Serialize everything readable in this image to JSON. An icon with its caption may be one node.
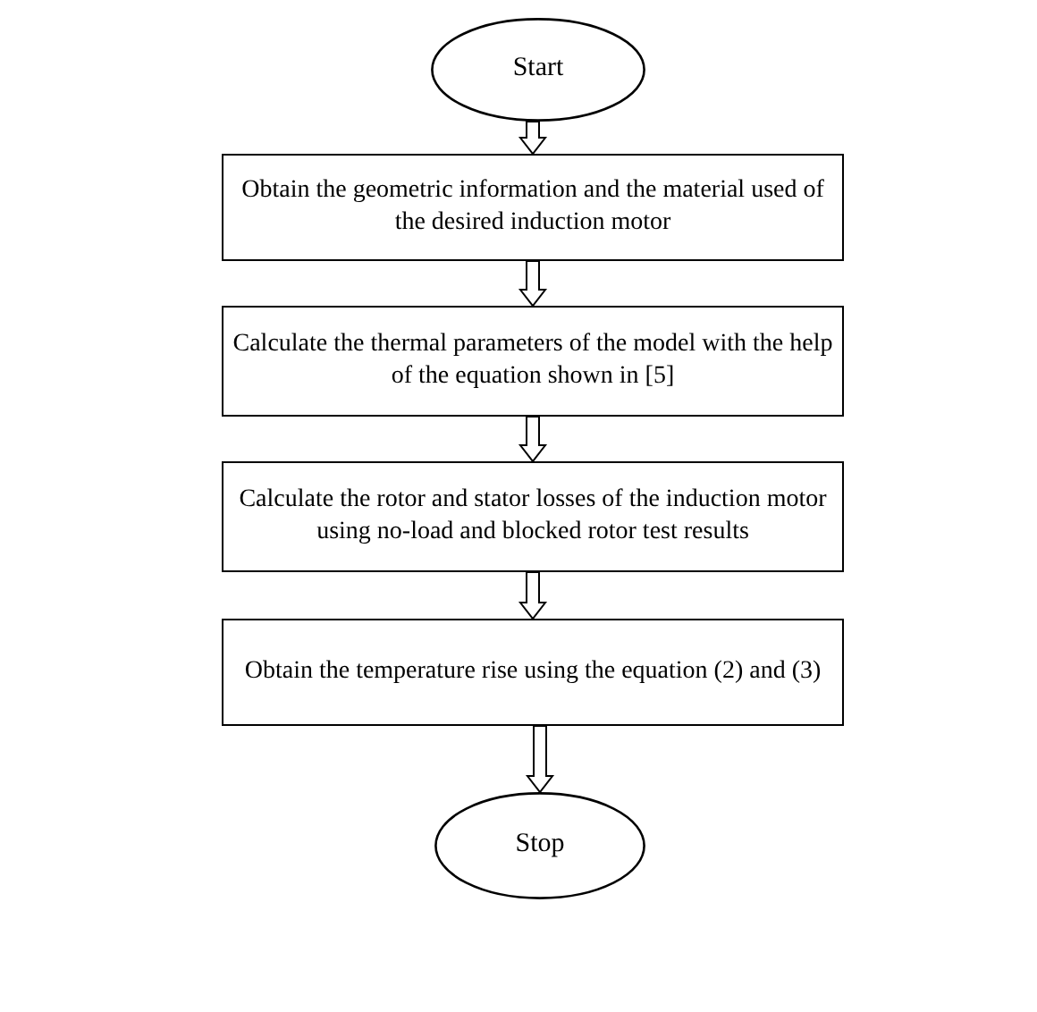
{
  "diagram": {
    "nodes": [
      {
        "text": [
          "Start"
        ]
      },
      {
        "text": [
          "Obtain the geometric information and the material used of the desired induction motor"
        ]
      },
      {
        "text": [
          "Calculate the thermal parameters of the model with the help of the equation shown in [5]"
        ]
      },
      {
        "text": [
          "Calculate the rotor and stator losses of the induction motor using no-load and blocked rotor test results"
        ]
      },
      {
        "text": [
          "Obtain the temperature rise using the equation (2) and (3)"
        ]
      },
      {
        "text": [
          "Stop"
        ]
      }
    ],
    "edges": [
      {
        "from": 0,
        "to": 1,
        "arrow": "to"
      },
      {
        "from": 1,
        "to": 2,
        "arrow": "to"
      },
      {
        "from": 2,
        "to": 3,
        "arrow": "to"
      },
      {
        "from": 3,
        "to": 4,
        "arrow": "to"
      },
      {
        "from": 4,
        "to": 5,
        "arrow": "to"
      }
    ]
  }
}
